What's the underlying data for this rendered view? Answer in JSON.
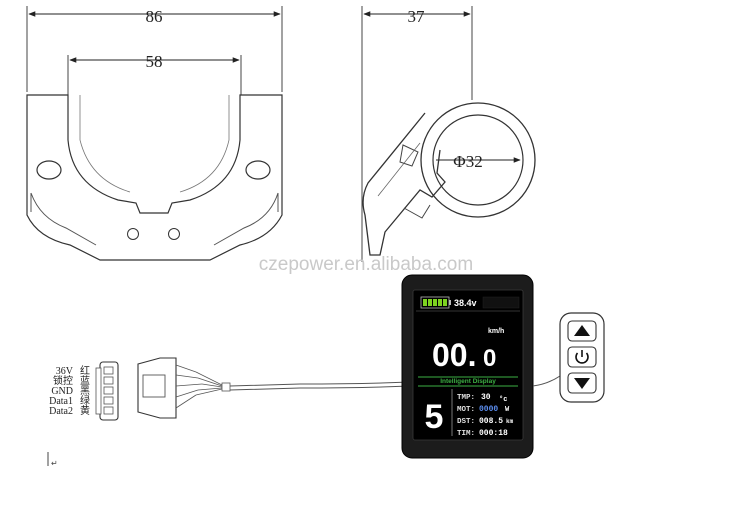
{
  "dimensions": {
    "outer_width": "86",
    "inner_width": "58",
    "clamp_depth": "37",
    "bar_diameter": "Φ32"
  },
  "watermark": "czepower.en.alibaba.com",
  "connector": {
    "pins": [
      {
        "signal": "36V",
        "color": "红"
      },
      {
        "signal": "锁控",
        "color": "蓝"
      },
      {
        "signal": "GND",
        "color": "黑"
      },
      {
        "signal": "Data1",
        "color": "绿"
      },
      {
        "signal": "Data2",
        "color": "黄"
      }
    ]
  },
  "display": {
    "voltage": "38.4v",
    "speed_unit": "km/h",
    "speed_int": "00.",
    "speed_dec": "0",
    "mode_label": "Intelligent Display",
    "assist_level": "5",
    "rows": [
      {
        "label": "TMP:",
        "value": "30",
        "unit": "°c"
      },
      {
        "label": "MOT:",
        "value": "0000",
        "unit": "W"
      },
      {
        "label": "DST:",
        "value": "008.5",
        "unit": "km"
      },
      {
        "label": "TIM:",
        "value": "000:18",
        "unit": ""
      }
    ]
  },
  "stray_mark": "↵",
  "colors": {
    "battery_green": "#7ed321",
    "lcd_bg": "#000000",
    "speed_red": "#e53935",
    "label_green": "#3cb043",
    "value_blue": "#5b8def"
  }
}
